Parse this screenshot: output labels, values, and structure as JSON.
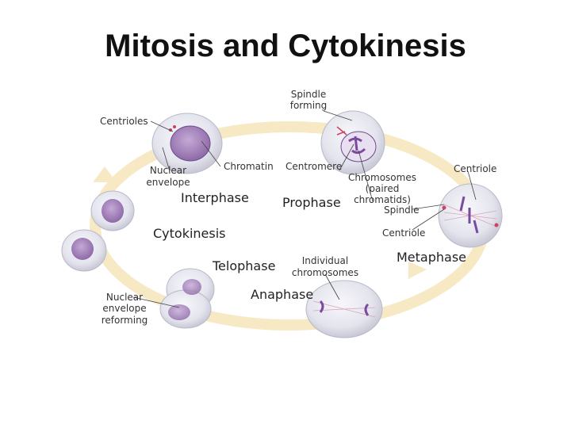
{
  "title": "Mitosis and Cytokinesis",
  "stages": {
    "interphase": "Interphase",
    "prophase": "Prophase",
    "metaphase": "Metaphase",
    "anaphase": "Anaphase",
    "telophase": "Telophase",
    "cytokinesis": "Cytokinesis"
  },
  "labels": {
    "spindle_forming_1": "Spindle",
    "spindle_forming_2": "forming",
    "centrioles": "Centrioles",
    "nuclear_envelope_1": "Nuclear",
    "nuclear_envelope_2": "envelope",
    "chromatin": "Chromatin",
    "centromere": "Centromere",
    "chromosomes_1": "Chromosomes",
    "chromosomes_2": "(paired",
    "chromosomes_3": "chromatids)",
    "spindle": "Spindle",
    "centriole_top": "Centriole",
    "centriole_mid": "Centriole",
    "individual_1": "Individual",
    "individual_2": "chromosomes",
    "ne_reforming_1": "Nuclear",
    "ne_reforming_2": "envelope",
    "ne_reforming_3": "reforming"
  }
}
